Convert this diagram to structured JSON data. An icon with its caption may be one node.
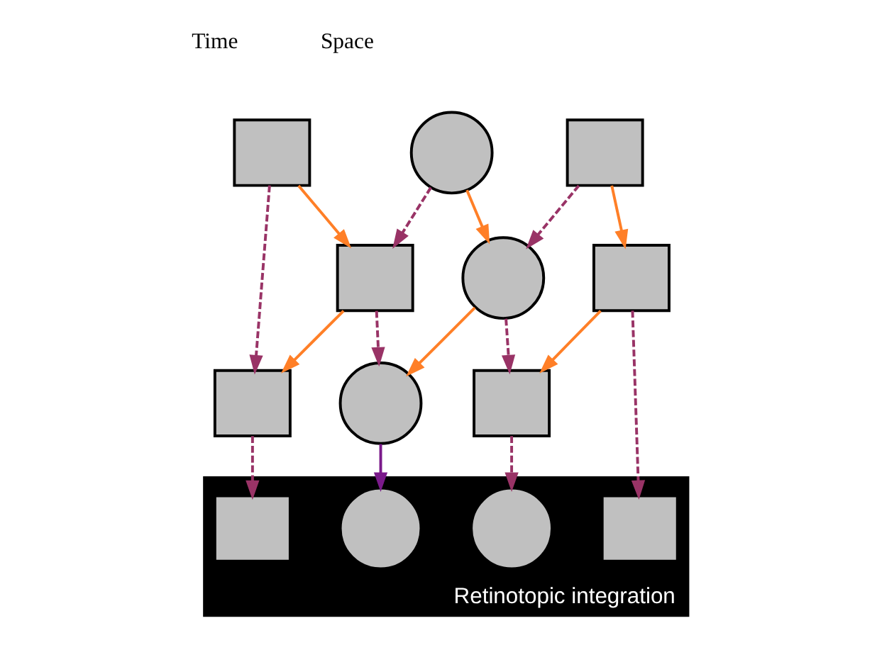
{
  "diagram": {
    "nodes": [
      {
        "text": [],
        "shape": "box"
      },
      {
        "text": [],
        "shape": "circle"
      },
      {
        "text": [],
        "shape": "box"
      },
      {
        "text": [],
        "shape": "box"
      },
      {
        "text": [],
        "shape": "circle"
      },
      {
        "text": [],
        "shape": "box"
      },
      {
        "text": [],
        "shape": "box"
      },
      {
        "text": [],
        "shape": "circle"
      },
      {
        "text": [],
        "shape": "box"
      },
      {
        "text": [
          "Retinotopic integration"
        ]
      },
      {
        "text": [],
        "shape": "box",
        "in": 9
      },
      {
        "text": [],
        "shape": "circle",
        "in": 9
      },
      {
        "text": [],
        "shape": "circle",
        "in": 9
      },
      {
        "text": [],
        "shape": "box",
        "in": 9
      }
    ],
    "edges": [
      {
        "from": 0,
        "to": 3,
        "arrow": "to",
        "color": "#ff7f27"
      },
      {
        "from": 1,
        "to": 4,
        "arrow": "to",
        "color": "#ff7f27"
      },
      {
        "from": 2,
        "to": 5,
        "arrow": "to",
        "color": "#ff7f27"
      },
      {
        "from": 3,
        "to": 6,
        "arrow": "to",
        "color": "#ff7f27"
      },
      {
        "from": 4,
        "to": 7,
        "arrow": "to",
        "color": "#ff7f27"
      },
      {
        "from": 5,
        "to": 8,
        "arrow": "to",
        "color": "#ff7f27"
      },
      {
        "from": 0,
        "to": 6,
        "arrow": "to",
        "style": "dashed"
      },
      {
        "from": 1,
        "to": 3,
        "arrow": "to",
        "style": "dashed"
      },
      {
        "from": 2,
        "to": 4,
        "arrow": "to",
        "style": "dashed"
      },
      {
        "from": 3,
        "to": 7,
        "arrow": "to",
        "style": "dashed"
      },
      {
        "from": 4,
        "to": 8,
        "arrow": "to",
        "style": "dashed"
      },
      {
        "from": 5,
        "to": 13,
        "arrow": "to",
        "style": "dashed"
      },
      {
        "from": 6,
        "to": 10,
        "arrow": "to",
        "style": "dashed"
      },
      {
        "from": 7,
        "to": 11,
        "arrow": "to",
        "color": "#7a1a8a"
      },
      {
        "from": 8,
        "to": 12,
        "arrow": "to",
        "style": "dashed"
      }
    ],
    "labels": [
      "Space",
      "Time"
    ]
  }
}
